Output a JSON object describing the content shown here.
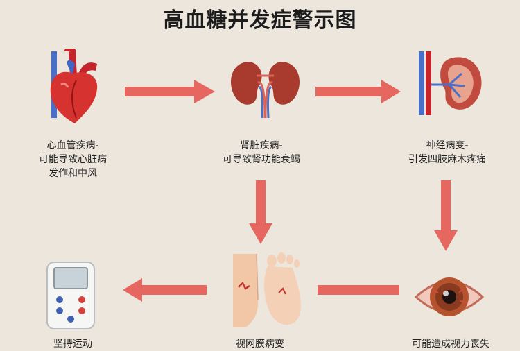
{
  "title": "高血糖并发症警示图",
  "colors": {
    "arrow": "#e5675f",
    "background": "#ece6dd"
  },
  "nodes": [
    {
      "icon": "heart-icon",
      "lines": [
        "心血管疾病-",
        "可能导致心脏病",
        "发作和中风"
      ]
    },
    {
      "icon": "kidney-icon",
      "lines": [
        "肾脏疾病-",
        "可导致肾功能衰竭"
      ]
    },
    {
      "icon": "kidney-cross-section-icon",
      "lines": [
        "神经病变-",
        "引发四肢麻木疼痛"
      ]
    },
    {
      "icon": "eye-icon",
      "lines": [
        "可能造成视力丧失"
      ]
    },
    {
      "icon": "feet-icon",
      "lines": [
        "视网膜病变"
      ]
    },
    {
      "icon": "glucose-meter-icon",
      "lines": [
        "坚持运动"
      ]
    }
  ]
}
